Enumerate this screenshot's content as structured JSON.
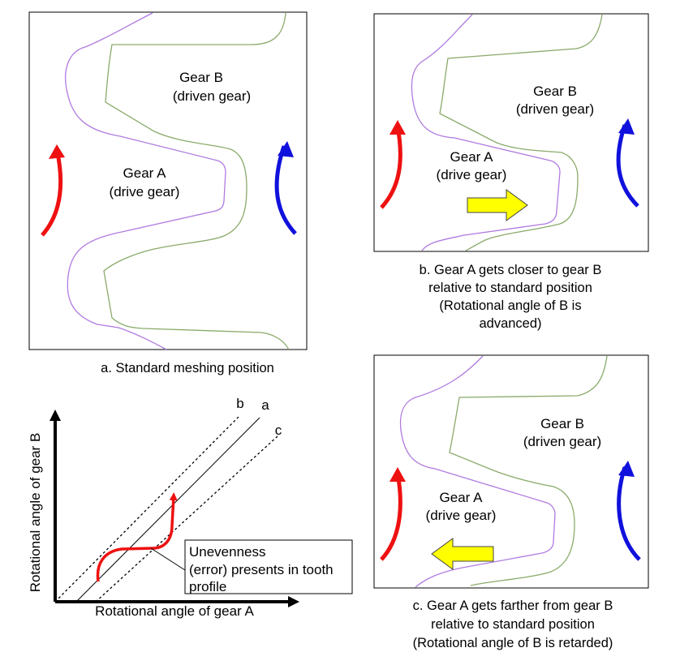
{
  "panel_a": {
    "gear_b_name": "Gear B",
    "gear_b_role": "(driven gear)",
    "gear_a_name": "Gear A",
    "gear_a_role": "(drive gear)",
    "caption": [
      "a. Standard meshing position"
    ]
  },
  "panel_b": {
    "gear_b_name": "Gear B",
    "gear_b_role": "(driven gear)",
    "gear_a_name": "Gear A",
    "gear_a_role": "(drive gear)",
    "caption": [
      "b. Gear A gets closer to gear B",
      "relative to standard position",
      "(Rotational angle of B is",
      "advanced)"
    ]
  },
  "panel_c": {
    "gear_b_name": "Gear B",
    "gear_b_role": "(driven gear)",
    "gear_a_name": "Gear A",
    "gear_a_role": "(drive gear)",
    "caption": [
      "c. Gear A gets farther from gear B",
      "relative to standard position",
      "(Rotational angle of B is retarded)"
    ]
  },
  "graph": {
    "x_axis_label": "Rotational angle of gear A",
    "y_axis_label": "Rotational angle of gear B",
    "line_labels": {
      "b": "b",
      "a": "a",
      "c": "c"
    },
    "annotation": [
      "Unevenness",
      "(error) presents in tooth",
      "profile"
    ]
  },
  "colors": {
    "drive_arrow": "#ee1111",
    "driven_arrow": "#1111dd",
    "shift_arrow": "#ffff00",
    "gear_a_outline": "#b07be0",
    "gear_b_outline": "#8aaa6a"
  }
}
